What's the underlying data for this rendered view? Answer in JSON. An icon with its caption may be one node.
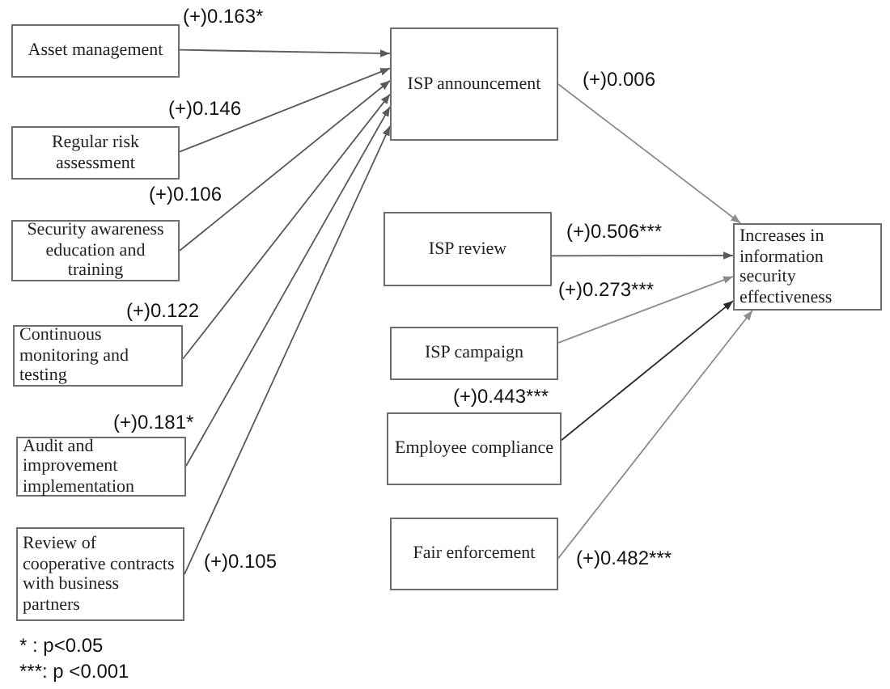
{
  "diagram": {
    "nodes": [
      {
        "text": [
          "Asset management"
        ]
      },
      {
        "text": [
          "Regular risk assessment"
        ]
      },
      {
        "text": [
          "Security awareness education and training"
        ]
      },
      {
        "text": [
          "Continuous monitoring and testing"
        ]
      },
      {
        "text": [
          "Audit and improvement implementation"
        ]
      },
      {
        "text": [
          "Review of cooperative contracts with business partners"
        ]
      },
      {
        "text": [
          "ISP announcement"
        ]
      },
      {
        "text": [
          "ISP review"
        ]
      },
      {
        "text": [
          "ISP campaign"
        ]
      },
      {
        "text": [
          "Employee compliance"
        ]
      },
      {
        "text": [
          "Fair enforcement"
        ]
      },
      {
        "text": [
          "Increases in information security effectiveness"
        ]
      }
    ],
    "edges": [
      {
        "from": 0,
        "to": 6,
        "arrow": "to",
        "label": "(+)0.163*"
      },
      {
        "from": 1,
        "to": 6,
        "arrow": "to",
        "label": "(+)0.146"
      },
      {
        "from": 2,
        "to": 6,
        "arrow": "to",
        "label": "(+)0.106"
      },
      {
        "from": 3,
        "to": 6,
        "arrow": "to",
        "label": "(+)0.122"
      },
      {
        "from": 4,
        "to": 6,
        "arrow": "to",
        "label": "(+)0.181*"
      },
      {
        "from": 5,
        "to": 6,
        "arrow": "to",
        "label": "(+)0.105"
      },
      {
        "from": 6,
        "to": 11,
        "arrow": "to",
        "label": "(+)0.006",
        "color": "#8c8c8c"
      },
      {
        "from": 7,
        "to": 11,
        "arrow": "to",
        "label": "(+)0.506***"
      },
      {
        "from": 8,
        "to": 11,
        "arrow": "to",
        "label": "(+)0.273***",
        "color": "#8c8c8c"
      },
      {
        "from": 9,
        "to": 11,
        "arrow": "to",
        "label": "(+)0.443***",
        "color": "#2a2a2a"
      },
      {
        "from": 10,
        "to": 11,
        "arrow": "to",
        "label": "(+)0.482***",
        "color": "#8c8c8c"
      }
    ],
    "labels": [
      "* : p<0.05",
      "***: p <0.001"
    ]
  }
}
